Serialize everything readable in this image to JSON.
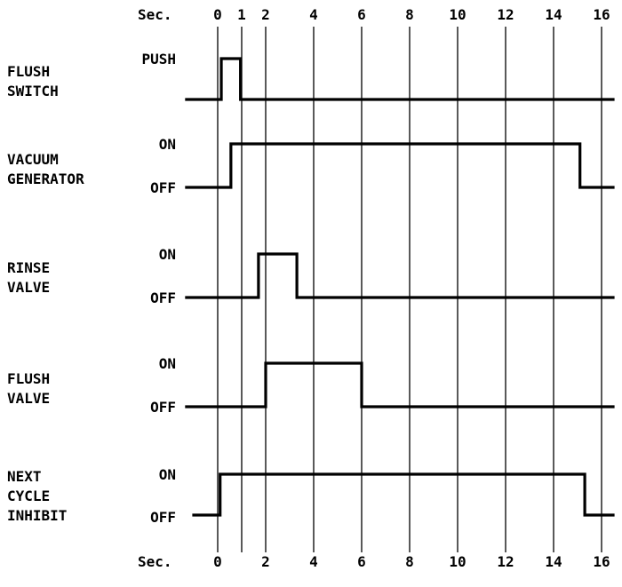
{
  "time_axis": {
    "label": "Sec.",
    "top_ticks": [
      "0",
      "1",
      "2",
      "4",
      "6",
      "8",
      "10",
      "12",
      "14",
      "16"
    ],
    "bottom_ticks": [
      "0",
      "2",
      "4",
      "6",
      "8",
      "10",
      "12",
      "14",
      "16"
    ]
  },
  "signals": [
    {
      "name_lines": [
        "FLUSH",
        "SWITCH"
      ],
      "high_label": "PUSH",
      "low_label": "",
      "transitions": [
        [
          -1.3,
          0
        ],
        [
          0.15,
          1
        ],
        [
          0.95,
          0
        ],
        [
          16.6,
          0
        ]
      ]
    },
    {
      "name_lines": [
        "VACUUM",
        "GENERATOR"
      ],
      "high_label": "ON",
      "low_label": "OFF",
      "transitions": [
        [
          -1.3,
          0
        ],
        [
          0.55,
          1
        ],
        [
          15.1,
          0
        ],
        [
          16.6,
          0
        ]
      ]
    },
    {
      "name_lines": [
        "RINSE",
        "VALVE"
      ],
      "high_label": "ON",
      "low_label": "OFF",
      "transitions": [
        [
          -1.3,
          0
        ],
        [
          1.7,
          1
        ],
        [
          3.3,
          0
        ],
        [
          16.6,
          0
        ]
      ]
    },
    {
      "name_lines": [
        "FLUSH",
        "VALVE"
      ],
      "high_label": "ON",
      "low_label": "OFF",
      "transitions": [
        [
          -1.3,
          0
        ],
        [
          2.0,
          1
        ],
        [
          6.0,
          0
        ],
        [
          16.6,
          0
        ]
      ]
    },
    {
      "name_lines": [
        "NEXT",
        "CYCLE",
        "INHIBIT"
      ],
      "high_label": "ON",
      "low_label": "OFF",
      "transitions": [
        [
          -1.0,
          0
        ],
        [
          0.1,
          1
        ],
        [
          15.3,
          0
        ],
        [
          16.6,
          0
        ]
      ]
    }
  ]
}
